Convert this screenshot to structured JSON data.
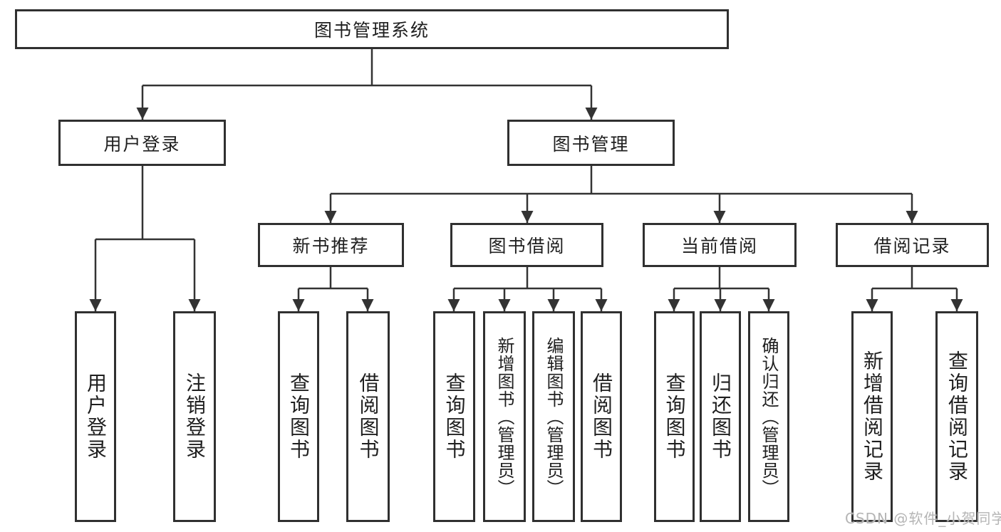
{
  "diagram": {
    "root": {
      "label": "图书管理系统"
    },
    "branches": [
      {
        "label": "用户登录",
        "children": [
          {
            "label": "用户登录"
          },
          {
            "label": "注销登录"
          }
        ]
      },
      {
        "label": "图书管理",
        "children": [
          {
            "label": "新书推荐",
            "children": [
              {
                "label": "查询图书"
              },
              {
                "label": "借阅图书"
              }
            ]
          },
          {
            "label": "图书借阅",
            "children": [
              {
                "label": "查询图书"
              },
              {
                "label": "新增图书（管理员）"
              },
              {
                "label": "编辑图书（管理员）"
              },
              {
                "label": "借阅图书"
              }
            ]
          },
          {
            "label": "当前借阅",
            "children": [
              {
                "label": "查询图书"
              },
              {
                "label": "归还图书"
              },
              {
                "label": "确认归还（管理员）"
              }
            ]
          },
          {
            "label": "借阅记录",
            "children": [
              {
                "label": "新增借阅记录"
              },
              {
                "label": "查询借阅记录"
              }
            ]
          }
        ]
      }
    ]
  },
  "watermark": {
    "text": "CSDN @软件_小贺同学"
  },
  "colors": {
    "line": "#333333",
    "box_border": "#303030",
    "text": "#1f1f1f",
    "watermark": "#b5b5b5",
    "background": "#ffffff"
  }
}
